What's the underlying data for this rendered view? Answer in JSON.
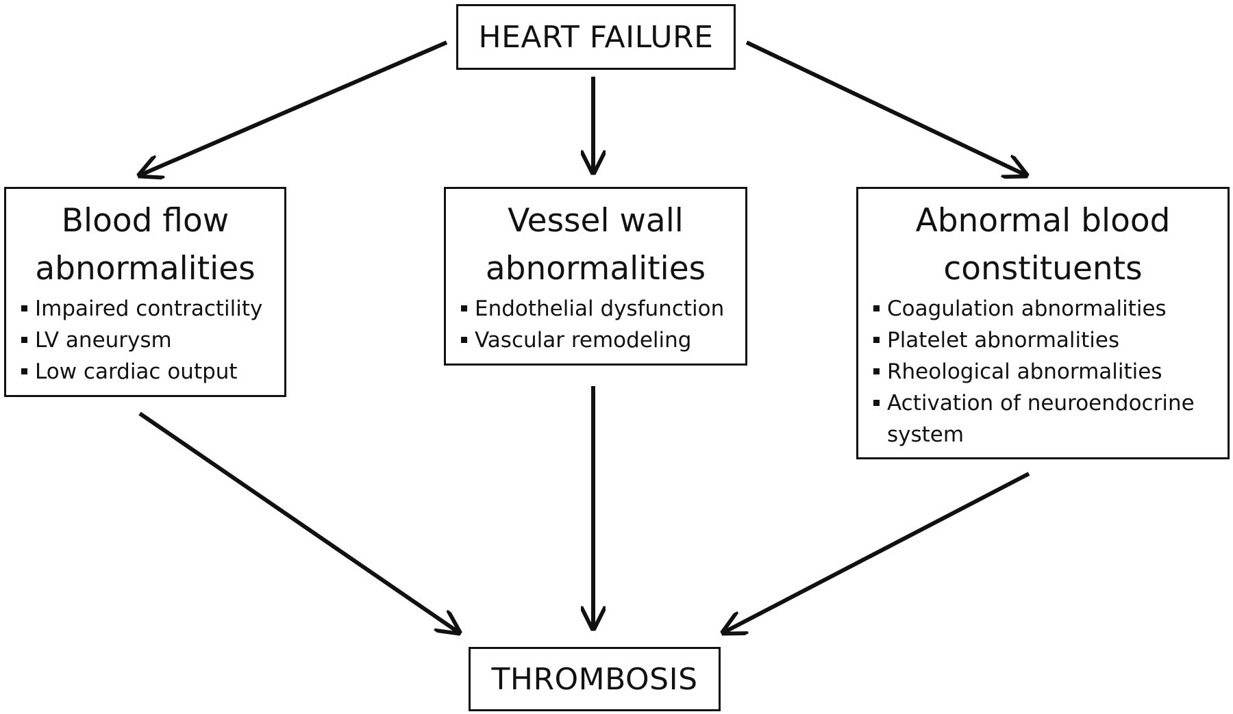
{
  "top_node": {
    "label": "HEART FAILURE"
  },
  "bottom_node": {
    "label": "THROMBOSIS"
  },
  "categories": [
    {
      "title_line1": "Blood flow",
      "title_line2": "abnormalities",
      "items": [
        "Impaired contractility",
        "LV aneurysm",
        "Low cardiac output"
      ]
    },
    {
      "title_line1": "Vessel wall",
      "title_line2": "abnormalities",
      "items": [
        "Endothelial dysfunction",
        "Vascular remodeling"
      ]
    },
    {
      "title_line1": "Abnormal blood",
      "title_line2": "constituents",
      "items": [
        "Coagulation abnormalities",
        "Platelet abnormalities",
        "Rheological abnormalities",
        "Activation of neuroendocrine system"
      ]
    }
  ]
}
